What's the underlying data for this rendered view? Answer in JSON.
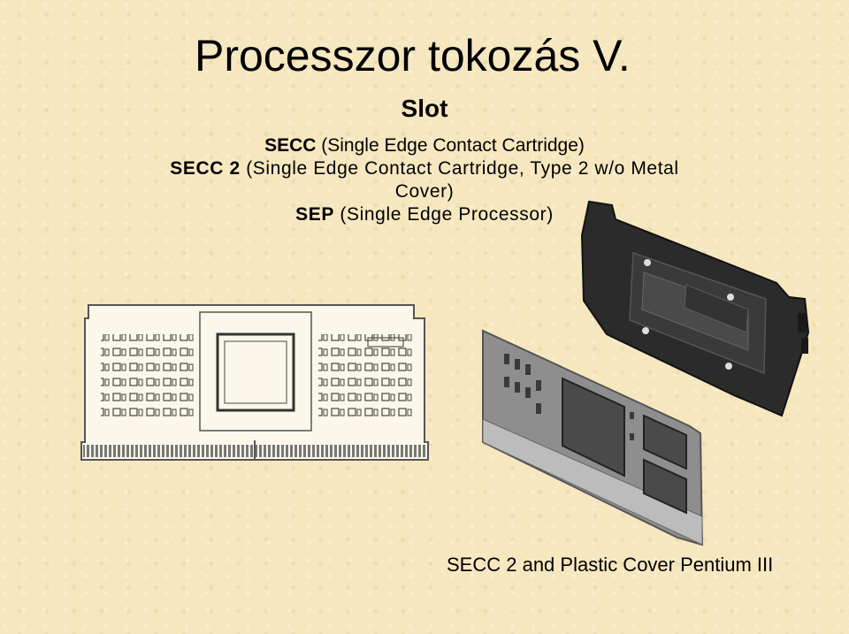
{
  "slide": {
    "title": "Processzor tokozás V.",
    "subtitle": "Slot",
    "items": [
      {
        "term": "SECC",
        "description": " (Single Edge Contact Cartridge)"
      },
      {
        "term": "SECC 2",
        "description": " (Single Edge Contact Cartridge, Type 2 w/o Metal Cover)"
      },
      {
        "term": "SEP",
        "description": " (Single Edge Processor)"
      }
    ],
    "caption": "SECC 2 and Plastic Cover Pentium III"
  },
  "colors": {
    "background": "#f6e7bf",
    "cartridge_black": "#2b2b2b",
    "board_gray": "#9a9a9a",
    "chip_dark": "#4a4a4a"
  }
}
